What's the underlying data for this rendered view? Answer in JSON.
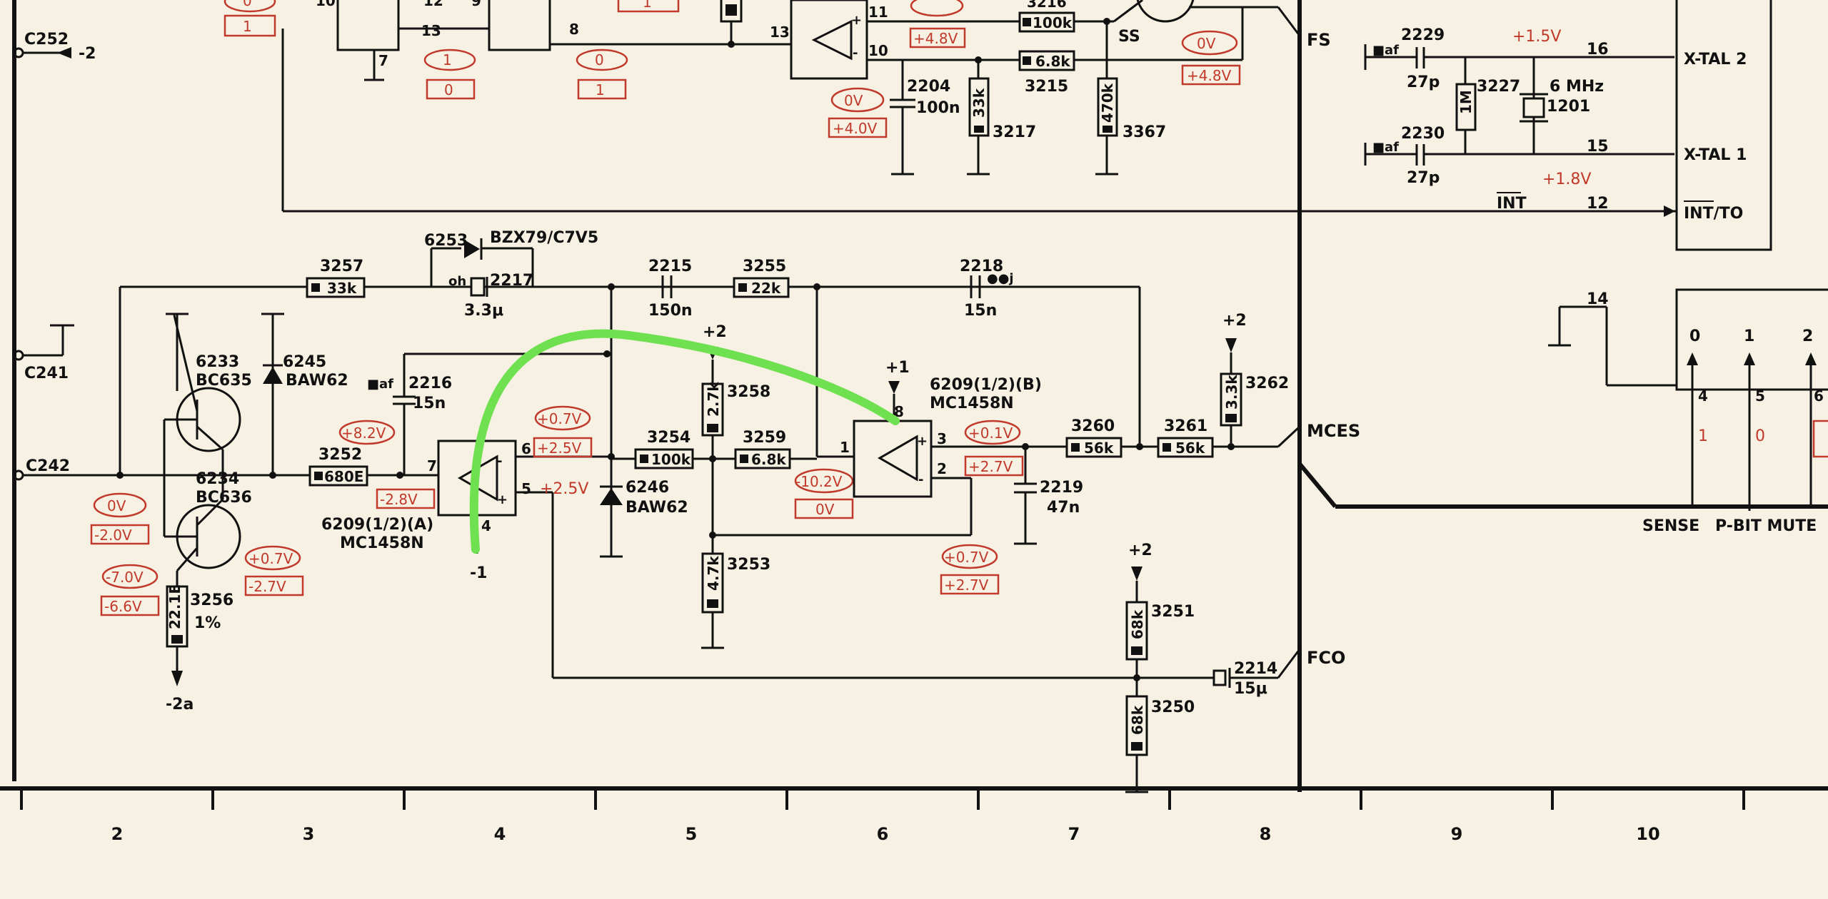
{
  "labels": {
    "c252": "C252",
    "m2": "-2",
    "c241": "C241",
    "c242": "C242",
    "fs": "FS",
    "mces": "MCES",
    "fco": "FCO",
    "ss": "SS",
    "xtal2": "X-TAL 2",
    "xtal1": "X-TAL 1",
    "int_to": "INT/TO",
    "int": "INT",
    "sense": "SENSE",
    "pbit": "P-BIT MUTE",
    "pin16": "16",
    "pin15": "15",
    "pin12": "12",
    "pin14": "14",
    "p0": "0",
    "p1": "1",
    "p2": "2",
    "p4": "4",
    "p5": "5",
    "p6": "6",
    "v1": "1",
    "v0": "0",
    "n10": "10",
    "n12": "12",
    "n13": "13",
    "n9": "9",
    "n7": "7",
    "n8": "8",
    "n11": "11",
    "n13b": "13",
    "n10b": "10",
    "m2a": "-2a",
    "m1": "-1",
    "p1v": "+1",
    "p2a": "+2",
    "p2b": "+2",
    "p2c": "+2",
    "pin7": "7",
    "pin6": "6",
    "pin5": "5",
    "pin4": "4",
    "pin1": "1",
    "pin3": "3",
    "pin2": "2",
    "pin8": "8",
    "oh": "oh",
    "maf": "■af",
    "ooj": "●●j",
    "pct": "1%"
  },
  "components": {
    "r3257": "3257",
    "v3257": "33k",
    "d6253": "6253",
    "z6253": "BZX79/C7V5",
    "c2217": "2217",
    "v2217": "3.3μ",
    "c2215": "2215",
    "v2215": "150n",
    "r3255": "3255",
    "v3255": "22k",
    "c2218": "2218",
    "v2218": "15n",
    "q6233": "6233",
    "t6233": "BC635",
    "d6245": "6245",
    "t6245": "BAW62",
    "c2216": "2216",
    "v2216": "15n",
    "q6234": "6234",
    "t6234": "BC636",
    "r3252": "3252",
    "v3252": "680E",
    "ic_a": "6209(1/2)(A)",
    "ic_a2": "MC1458N",
    "r3256": "3256",
    "v3256": "22.1E",
    "r3258": "3258",
    "v3258": "2.7k",
    "r3254": "3254",
    "v3254": "100k",
    "r3259": "3259",
    "v3259": "6.8k",
    "d6246": "6246",
    "t6246": "BAW62",
    "r3253": "3253",
    "v3253": "4.7k",
    "ic_b": "6209(1/2)(B)",
    "ic_b2": "MC1458N",
    "r3262": "3262",
    "v3262": "3.3k",
    "r3260": "3260",
    "v3260": "56k",
    "r3261": "3261",
    "v3261": "56k",
    "c2219": "2219",
    "v2219": "47n",
    "r3251": "3251",
    "v3251": "68k",
    "r3250": "3250",
    "v3250": "68k",
    "c2214": "2214",
    "v2214": "15μ",
    "c2204": "2204",
    "v2204": "100n",
    "r3217": "3217",
    "v3217": "33k",
    "r3216": "3216",
    "v3216": "100k",
    "r3215": "3215",
    "v3215": "6.8k",
    "r3367": "3367",
    "v3367": "470k",
    "c2229": "2229",
    "v2229": "27p",
    "c2230": "2230",
    "v2230": "27p",
    "r3227": "3227",
    "v3227": "1M",
    "x1201": "1201",
    "f1201": "6 MHz"
  },
  "voltages": {
    "v_top1": "0",
    "v_top2": "1",
    "v_g1a": "1",
    "v_g1b": "0",
    "v_g2a": "0",
    "v_g2b": "1",
    "v_48a": "+4.8V",
    "v_0a": "0V",
    "v_40": "+4.0V",
    "v_0b": "0V",
    "v_48b": "+4.8V",
    "v_15": "+1.5V",
    "v_18": "+1.8V",
    "v_82": "+8.2V",
    "v_m28": "-2.8V",
    "v_07a": "+0.7V",
    "v_25a": "+2.5V",
    "v_25b": "+2.5V",
    "v_m102": "-10.2V",
    "v_0c": "0V",
    "v_01": "+0.1V",
    "v_27a": "+2.7V",
    "v_07b": "+0.7V",
    "v_27b": "+2.7V",
    "v_0d": "0V",
    "v_m20": "-2.0V",
    "v_07c": "+0.7V",
    "v_m27": "-2.7V",
    "v_m70": "-7.0V",
    "v_m66": "-6.6V"
  },
  "grid": {
    "cols": [
      "2",
      "3",
      "4",
      "5",
      "6",
      "7",
      "8",
      "9",
      "10"
    ]
  },
  "colors": {
    "wire": "#111111",
    "voltage": "#c0392b",
    "highlight": "#6fe04f",
    "paper": "#f6f1e3"
  }
}
